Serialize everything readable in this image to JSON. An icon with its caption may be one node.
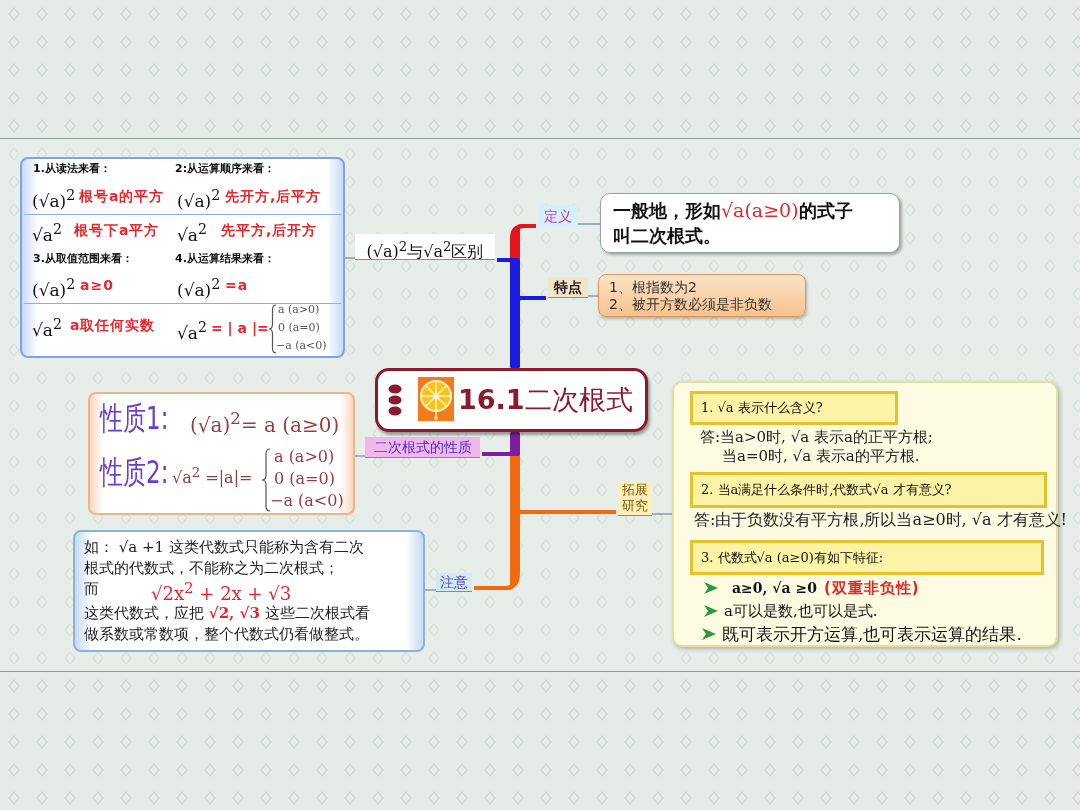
{
  "diagram": {
    "nodes": [
      {
        "text": [
          "**16.1**二次根式"
        ]
      },
      {
        "text": [
          "定义"
        ]
      },
      {
        "text": [
          "**一般地，形如**√a(a≥0)**的式子叫二次根式。**"
        ]
      },
      {
        "text": [
          "特点"
        ]
      },
      {
        "text": [
          "1、根指数为2",
          "2、被开方数必须是非负数"
        ]
      },
      {
        "text": [
          "(√a)$^{2}$与√a$^{2}$区别"
        ]
      },
      {
        "text": [
          "1.从读法来看：",
          "2:从运算顺序来看：",
          "(√a)$^{2}$",
          "根号a的平方",
          "(√a)$^{2}$",
          "先开方,后平方",
          "√a$^{2}$",
          "根号下a平方",
          "√a$^{2}$",
          "先平方,后开方",
          "3.从取值范围来看：",
          "4.从运算结果来看：",
          "(√a)$^{2}$",
          "a≥0",
          "(√a)$^{2}$",
          "=a",
          "√a$^{2}$",
          "a取任何实数",
          "√a$^{2}$",
          "= | a |=",
          "a (a>0)",
          "0 (a=0)",
          "−a (a<0)"
        ]
      },
      {
        "text": [
          "二次根式的性质"
        ]
      },
      {
        "text": [
          "性质1:",
          "(√a)$^{2}$= a (a≥0)",
          "性质2:",
          "√a$^{2}$ =|a|=",
          "a (a>0)",
          "0 (a=0)",
          "−a (a<0)"
        ]
      },
      {
        "text": [
          "拓展研究"
        ]
      },
      {
        "text": [
          "答:当a>0时, √a 表示a的正平方根; 当a=0时, √a 表示a的平方根.",
          "答:由于负数没有平方根,所以当a≥0时, √a 才有意义!",
          "a≥0, √a ≥0",
          "(双重非负性)",
          "a可以是数,也可以是式.",
          "既可表示开方运算,也可表示运算的结果."
        ]
      },
      {
        "text": [
          "1. √a 表示什么含义?"
        ],
        "in": 10
      },
      {
        "text": [
          "2. 当a满足什么条件时,代数式√a 才有意义?"
        ],
        "in": 10
      },
      {
        "text": [
          "3. 代数式√a (a≥0)有如下特征:"
        ],
        "in": 10
      },
      {
        "text": [
          "注意"
        ]
      },
      {
        "text": [
          "如： √a +1 这类代数式只能称为含有二次根式的代数式，不能称之为二次根式；",
          "而",
          "√2x$^{2}$ + 2x + √3",
          "这类代数式，应把 **√2, √3** 这些二次根式看做系数或常数项，整个代数式仍看做整式。"
        ]
      }
    ],
    "edges": [
      {
        "from": 0,
        "to": 1,
        "arrow": "none",
        "style": "thick",
        "color": "#e8141c"
      },
      {
        "from": 1,
        "to": 2,
        "arrow": "none"
      },
      {
        "from": 0,
        "to": 3,
        "arrow": "none",
        "style": "thick",
        "color": "#1c1ce0"
      },
      {
        "from": 3,
        "to": 4,
        "arrow": "none"
      },
      {
        "from": 0,
        "to": 5,
        "arrow": "none",
        "style": "thick",
        "color": "#1c1ce0"
      },
      {
        "from": 5,
        "to": 6,
        "arrow": "none"
      },
      {
        "from": 0,
        "to": 7,
        "arrow": "none",
        "style": "thick",
        "color": "#7a1fa2"
      },
      {
        "from": 7,
        "to": 8,
        "arrow": "none"
      },
      {
        "from": 0,
        "to": 9,
        "arrow": "none",
        "style": "thick",
        "color": "#f26a10"
      },
      {
        "from": 9,
        "to": 10,
        "arrow": "none"
      },
      {
        "from": 0,
        "to": 14,
        "arrow": "none",
        "style": "thick",
        "color": "#f26a10"
      },
      {
        "from": 14,
        "to": 15,
        "arrow": "none"
      }
    ]
  }
}
